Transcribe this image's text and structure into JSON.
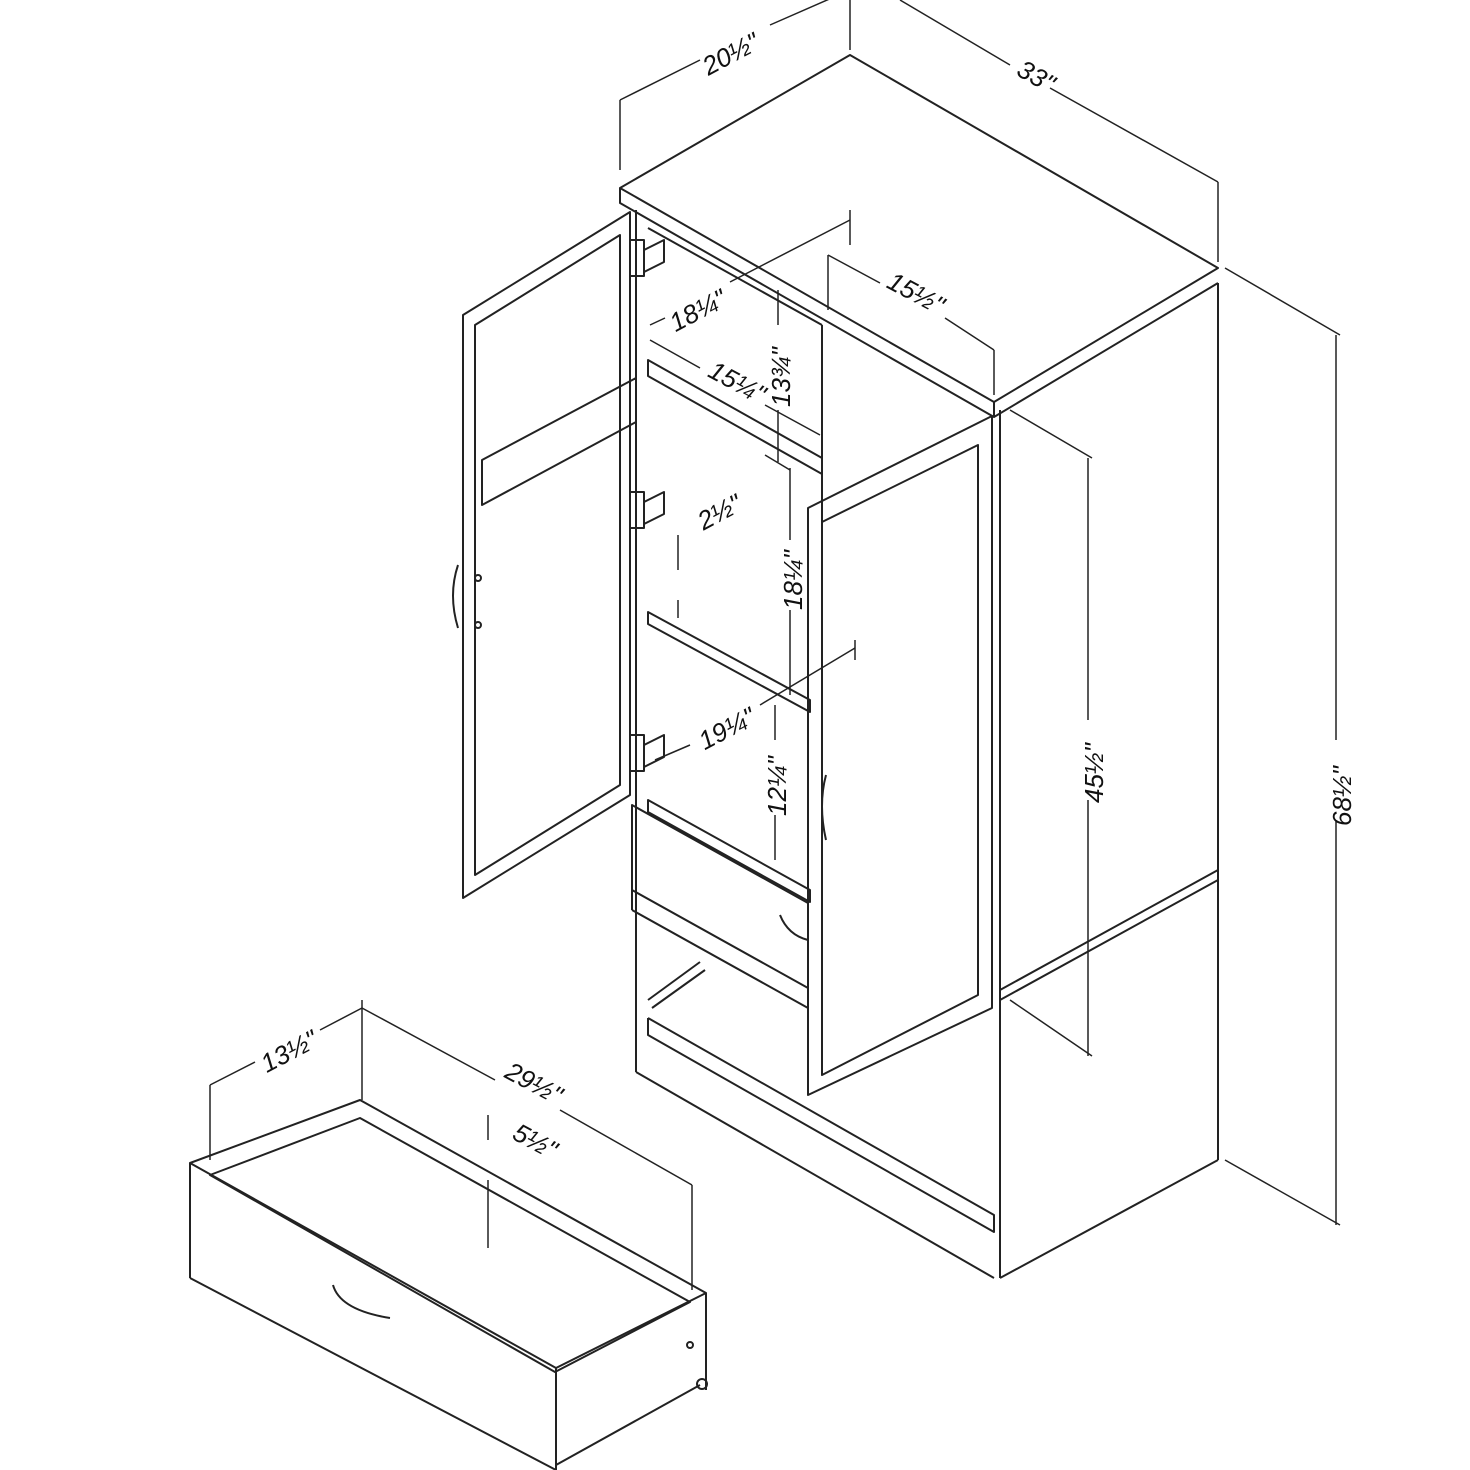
{
  "colors": {
    "line": "#222222",
    "background": "#ffffff"
  },
  "dimensions": {
    "cabinet_depth": "20½\"",
    "cabinet_width": "33\"",
    "cabinet_height": "68½\"",
    "door_height": "45½\"",
    "top_shelf_depth": "18¼\"",
    "top_shelf_width": "15¼\"",
    "top_compartment_height": "13¾\"",
    "right_interior_width": "15½\"",
    "shelf_gap": "2½\"",
    "middle_compartment_height": "18¼\"",
    "lower_shelf_depth": "19¼\"",
    "lower_compartment_height": "12¼\"",
    "drawer_depth": "13½\"",
    "drawer_width": "29½\"",
    "drawer_height": "5½\""
  }
}
